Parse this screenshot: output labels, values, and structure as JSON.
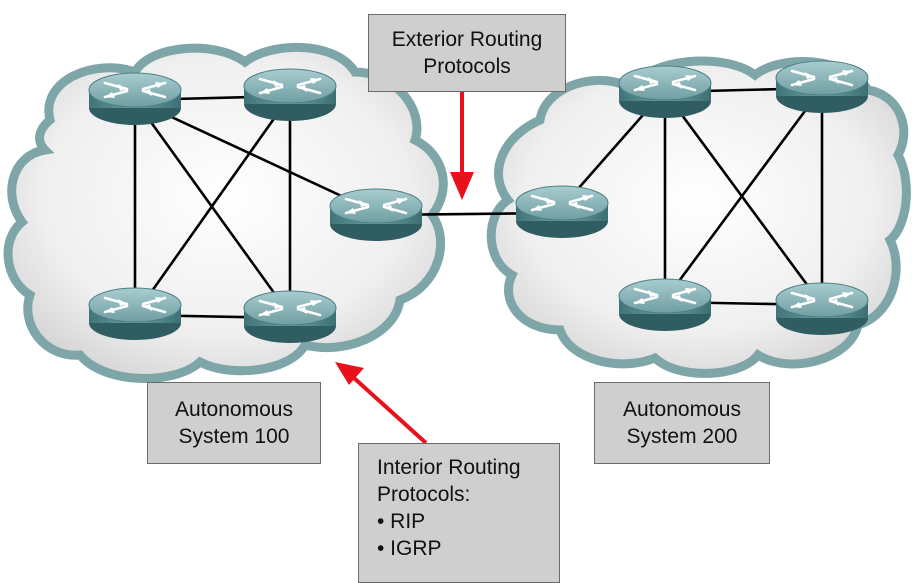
{
  "labels": {
    "exterior": {
      "line1": "Exterior Routing",
      "line2": "Protocols"
    },
    "as100": {
      "line1": "Autonomous",
      "line2": "System 100"
    },
    "as200": {
      "line1": "Autonomous",
      "line2": "System 200"
    },
    "interior": {
      "line1": "Interior Routing",
      "line2": "Protocols:",
      "items": [
        "• RIP",
        "• IGRP"
      ]
    }
  },
  "colors": {
    "cloud_fill": "#ededed",
    "cloud_edge": "#6e9b9e",
    "router_body": "#5c8f94",
    "router_top": "#8fb8bb",
    "link": "#000000",
    "arrow": "#e8101a",
    "label_bg": "#cfcfcf"
  },
  "icons": {
    "router": "router-icon",
    "cloud": "cloud-icon",
    "arrow": "arrow-icon"
  }
}
